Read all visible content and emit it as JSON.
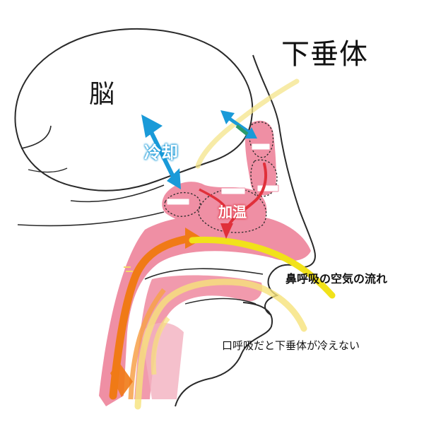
{
  "labels": {
    "title": "下垂体",
    "brain": "脳",
    "cooling": "冷却",
    "warming": "加温",
    "nasal_flow": "鼻呼吸の空気の流れ",
    "mouth_note": "口呼吸だと下垂体が冷えない"
  },
  "colors": {
    "tissue_pink": "#ef8fa4",
    "cooling_blue": "#1a9ad8",
    "warming_red": "#e0303a",
    "nasal_air_yellow": "#f1e21a",
    "mouth_air_orange": "#f07a16",
    "outline": "#2a2a2a"
  }
}
